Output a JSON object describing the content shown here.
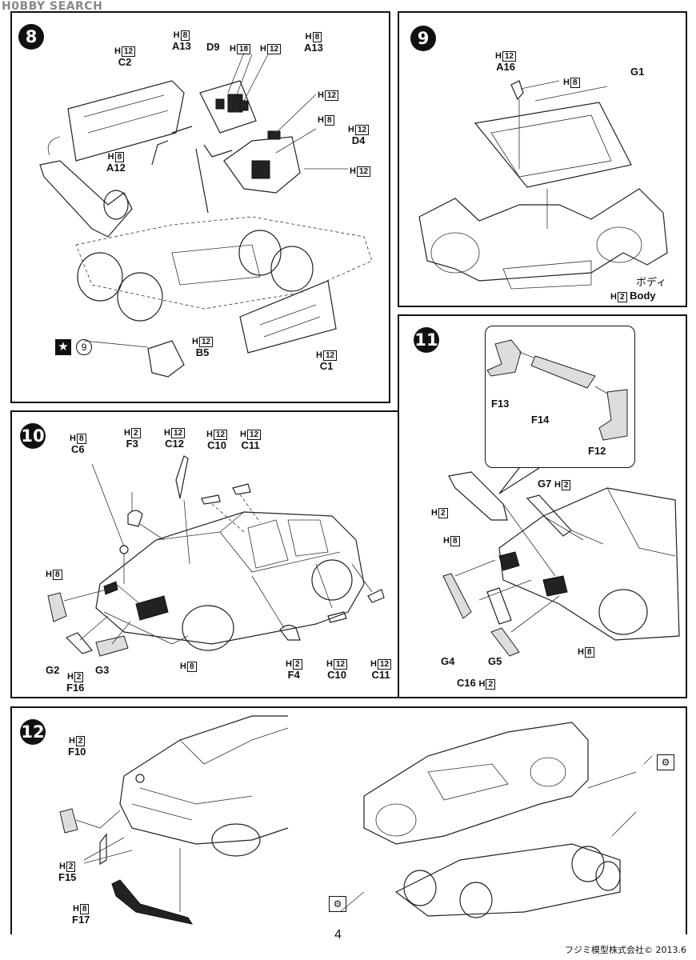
{
  "watermark": "H0BBY SEARCH",
  "page_number": "4",
  "footer": "フジミ模型株式会社© 2013.6",
  "steps": {
    "s8": {
      "number": "8",
      "labels": {
        "c2": {
          "h": "H",
          "box": "12",
          "code": "C2"
        },
        "a13a": {
          "h": "H",
          "box": "8",
          "code": "A13"
        },
        "d9": {
          "code": "D9"
        },
        "d9_h1": {
          "h": "H",
          "box": "18"
        },
        "d9_h2": {
          "h": "H",
          "box": "12"
        },
        "a13b": {
          "h": "H",
          "box": "8",
          "code": "A13"
        },
        "h12_right": {
          "h": "H",
          "box": "12"
        },
        "h8_right": {
          "h": "H",
          "box": "8"
        },
        "d4": {
          "h": "H",
          "box": "12",
          "code": "D4"
        },
        "h12_right2": {
          "h": "H",
          "box": "12"
        },
        "a12": {
          "h": "H",
          "box": "8",
          "code": "A12"
        },
        "b5": {
          "h": "H",
          "box": "12",
          "code": "B5"
        },
        "c1": {
          "h": "H",
          "box": "12",
          "code": "C1"
        },
        "ref9": "9"
      }
    },
    "s9": {
      "number": "9",
      "labels": {
        "a16": {
          "h": "H",
          "box": "12",
          "code": "A16"
        },
        "h8": {
          "h": "H",
          "box": "8"
        },
        "g1": {
          "code": "G1"
        },
        "body_jp": "ボディ",
        "body": {
          "h": "H",
          "box": "2",
          "code": "Body"
        }
      }
    },
    "s10": {
      "number": "10",
      "labels": {
        "c6": {
          "h": "H",
          "box": "8",
          "code": "C6"
        },
        "f3": {
          "h": "H",
          "box": "2",
          "code": "F3"
        },
        "c12": {
          "h": "H",
          "box": "12",
          "code": "C12"
        },
        "c10a": {
          "h": "H",
          "box": "12",
          "code": "C10"
        },
        "c11a": {
          "h": "H",
          "box": "12",
          "code": "C11"
        },
        "h8_left": {
          "h": "H",
          "box": "8"
        },
        "g2": {
          "code": "G2"
        },
        "f16": {
          "h": "H",
          "box": "2",
          "code": "F16"
        },
        "g3": {
          "code": "G3"
        },
        "h8_bottom": {
          "h": "H",
          "box": "8"
        },
        "f4": {
          "h": "H",
          "box": "2",
          "code": "F4"
        },
        "c10b": {
          "h": "H",
          "box": "12",
          "code": "C10"
        },
        "c11b": {
          "h": "H",
          "box": "12",
          "code": "C11"
        }
      }
    },
    "s11": {
      "number": "11",
      "labels": {
        "f13": {
          "code": "F13"
        },
        "f14": {
          "code": "F14"
        },
        "f12": {
          "code": "F12"
        },
        "g7": {
          "code": "G7",
          "h": "H",
          "box": "2"
        },
        "h2_wing": {
          "h": "H",
          "box": "2"
        },
        "h8_left": {
          "h": "H",
          "box": "8"
        },
        "g4": {
          "code": "G4"
        },
        "g5": {
          "code": "G5"
        },
        "c16": {
          "code": "C16",
          "h": "H",
          "box": "2"
        },
        "h8_right": {
          "h": "H",
          "box": "8"
        }
      }
    },
    "s12": {
      "number": "12",
      "labels": {
        "f10": {
          "h": "H",
          "box": "2",
          "code": "F10"
        },
        "f15": {
          "h": "H",
          "box": "2",
          "code": "F15"
        },
        "f17": {
          "h": "H",
          "box": "8",
          "code": "F17"
        }
      }
    }
  }
}
